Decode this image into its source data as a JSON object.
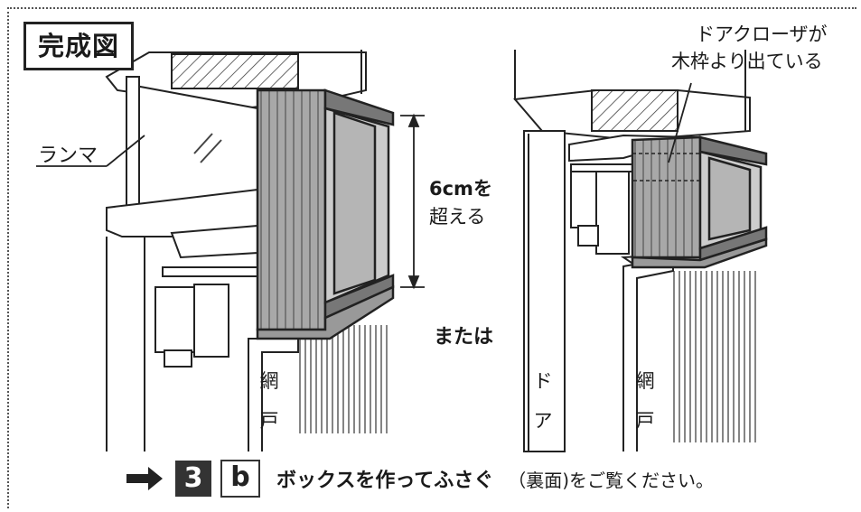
{
  "title": "完成図",
  "labels": {
    "ranma": "ランマ",
    "dimension_line1": "6cmを",
    "dimension_line2": "超える",
    "or": "または",
    "closer_line1": "ドアクローザが",
    "closer_line2": "木枠より出ている",
    "screen_left": [
      "網",
      "戸"
    ],
    "door": [
      "ド",
      "ア"
    ],
    "screen_right": [
      "網",
      "戸"
    ]
  },
  "reference": {
    "arrow_icon": "right-arrow-icon",
    "step_number": "3",
    "step_letter": "b",
    "step_title": "ボックスを作ってふさぐ",
    "note": "（裏面)をご覧ください。"
  }
}
